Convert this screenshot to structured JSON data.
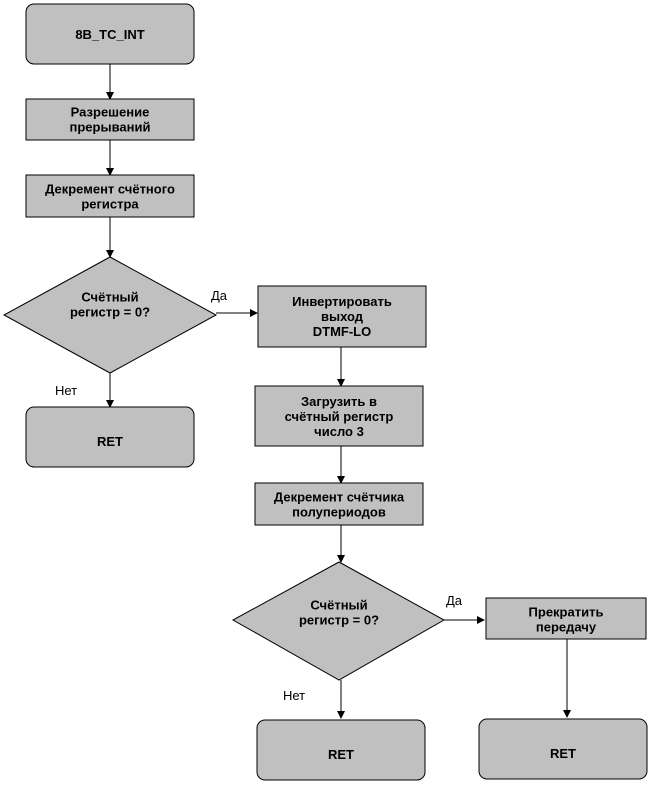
{
  "nodes": {
    "start": [
      "8B_TC_INT"
    ],
    "enable_interrupts": [
      "Разрешение",
      "прерываний"
    ],
    "decrement_counter": [
      "Декремент счётного",
      "регистра"
    ],
    "decision_1": [
      "Счётный",
      "регистр = 0?"
    ],
    "ret_1": [
      "RET"
    ],
    "invert_output": [
      "Инвертировать",
      "выход",
      "DTMF-LO"
    ],
    "load_counter": [
      "Загрузить в",
      "счётный регистр",
      "число 3"
    ],
    "decrement_halfperiods": [
      "Декремент счётчика",
      "полупериодов"
    ],
    "decision_2": [
      "Счётный",
      "регистр = 0?"
    ],
    "ret_2": [
      "RET"
    ],
    "stop_transmission": [
      "Прекратить",
      "передачу"
    ],
    "ret_3": [
      "RET"
    ]
  },
  "edge_labels": {
    "d1_yes": "Да",
    "d1_no": "Нет",
    "d2_yes": "Да",
    "d2_no": "Нет"
  }
}
